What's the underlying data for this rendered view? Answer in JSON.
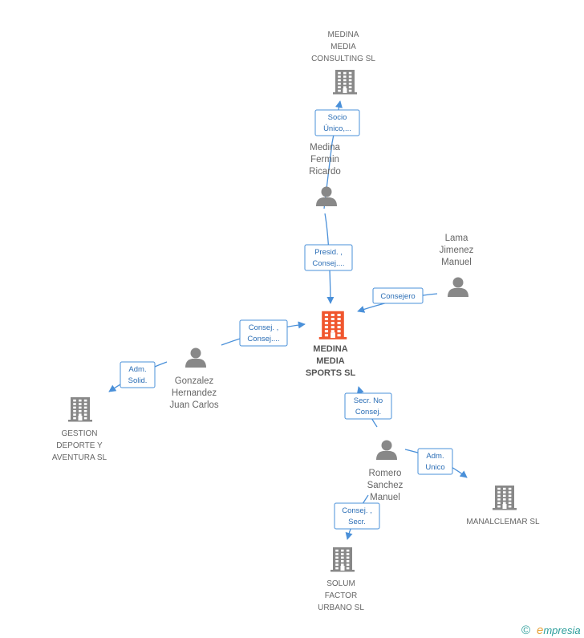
{
  "colors": {
    "edge": "#4a90d9",
    "edge_label": "#2a6db5",
    "company": "#888888",
    "company_center": "#f0562e",
    "person": "#888888",
    "label": "#666666",
    "brand": "#2a9d9a",
    "brand_accent": "#e8a33a"
  },
  "nodes": [
    {
      "id": "medina-sports",
      "type": "company",
      "center": true,
      "lines": [
        "MEDINA",
        "MEDIA",
        "SPORTS SL"
      ]
    },
    {
      "id": "medina-consulting",
      "type": "company",
      "lines": [
        "MEDINA",
        "MEDIA",
        "CONSULTING SL"
      ]
    },
    {
      "id": "medina-fermin",
      "type": "person",
      "lines": [
        "Medina",
        "Fermin",
        "Ricardo"
      ]
    },
    {
      "id": "lama",
      "type": "person",
      "lines": [
        "Lama",
        "Jimenez",
        "Manuel"
      ]
    },
    {
      "id": "gonzalez",
      "type": "person",
      "lines": [
        "Gonzalez",
        "Hernandez",
        "Juan Carlos"
      ]
    },
    {
      "id": "gestion",
      "type": "company",
      "lines": [
        "GESTION",
        "DEPORTE Y",
        "AVENTURA SL"
      ]
    },
    {
      "id": "romero",
      "type": "person",
      "lines": [
        "Romero",
        "Sanchez",
        "Manuel"
      ]
    },
    {
      "id": "manalclemar",
      "type": "company",
      "lines": [
        "MANALCLEMAR SL"
      ]
    },
    {
      "id": "solum",
      "type": "company",
      "lines": [
        "SOLUM",
        "FACTOR",
        "URBANO SL"
      ]
    }
  ],
  "edges": [
    {
      "from": "medina-fermin",
      "to": "medina-consulting",
      "lines": [
        "Socio",
        "Único,..."
      ]
    },
    {
      "from": "medina-fermin",
      "to": "medina-sports",
      "lines": [
        "Presid. ,",
        "Consej...."
      ]
    },
    {
      "from": "lama",
      "to": "medina-sports",
      "lines": [
        "Consejero"
      ]
    },
    {
      "from": "gonzalez",
      "to": "medina-sports",
      "lines": [
        "Consej. ,",
        "Consej...."
      ]
    },
    {
      "from": "gonzalez",
      "to": "gestion",
      "lines": [
        "Adm.",
        "Solid."
      ]
    },
    {
      "from": "romero",
      "to": "medina-sports",
      "lines": [
        "Secr.  No",
        "Consej."
      ]
    },
    {
      "from": "romero",
      "to": "manalclemar",
      "lines": [
        "Adm.",
        "Unico"
      ]
    },
    {
      "from": "romero",
      "to": "solum",
      "lines": [
        "Consej. ,",
        "Secr."
      ]
    }
  ],
  "watermark": {
    "copyright": "©",
    "brand_initial": "e",
    "brand_rest": "mpresia"
  }
}
